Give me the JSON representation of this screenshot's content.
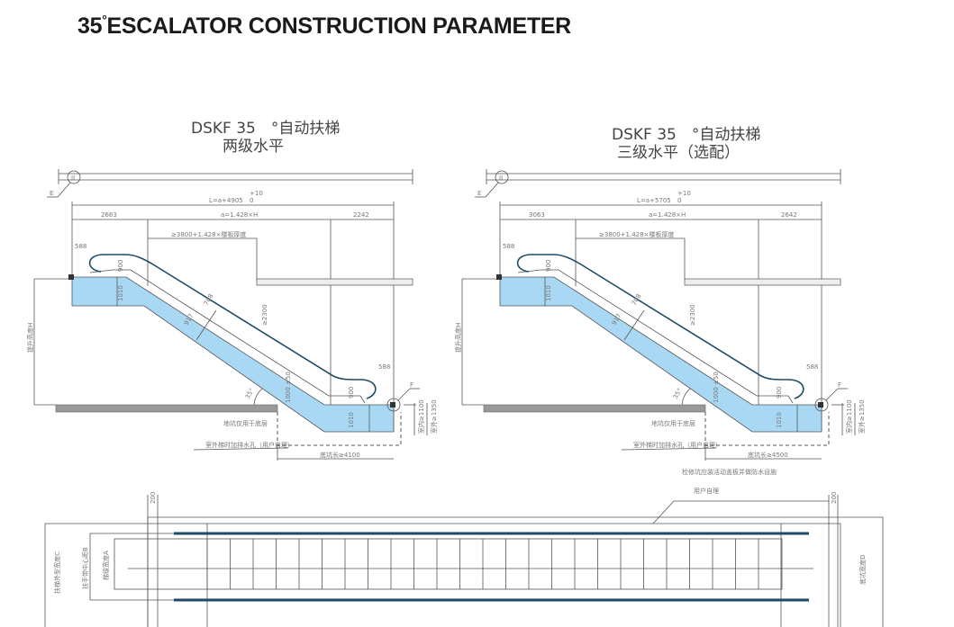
{
  "title": {
    "prefix": "35",
    "degree": "°",
    "rest": "ESCALATOR CONSTRUCTION PARAMETER"
  },
  "drawings": [
    {
      "heading1": "DSKF 35　°自动扶梯",
      "heading2": "两级水平",
      "detail_top": "II",
      "label_e": "E",
      "label_f": "F",
      "total_length": "L=a+4905",
      "tol_plus": "+10",
      "tol_zero": "0",
      "left_dim": "2663",
      "mid_dim": "a=1.428×H",
      "right_dim": "2242",
      "clear_dim": "≥3800+1.428×楼板厚度",
      "upper_588": "588",
      "lower_588": "588",
      "d900a": "900",
      "d1010a": "1010",
      "d708": "708",
      "d917": "917",
      "d2300": "≥2300",
      "d1000": "1000 ±50",
      "d900b": "900",
      "d1010b": "1010",
      "angle": "35°",
      "rise": "提升高度H",
      "pit_note": "地坑仅用于底层",
      "drain_note": "室外梯时加排水孔（用户自理）",
      "pit_len": "底坑长≥4100",
      "in_depth": "室内≥1100",
      "out_depth": "室外≥1350"
    },
    {
      "heading1": "DSKF 35　°自动扶梯",
      "heading2": "三级水平（选配）",
      "detail_top": "II",
      "label_e": "E",
      "label_f": "F",
      "total_length": "L=a+5705",
      "tol_plus": "+10",
      "tol_zero": "0",
      "left_dim": "3063",
      "mid_dim": "a=1.428×H",
      "right_dim": "2642",
      "clear_dim": "≥3800+1.428×楼板厚度",
      "upper_588": "588",
      "lower_588": "588",
      "d900a": "900",
      "d1010a": "1010",
      "d708": "708",
      "d917": "917",
      "d2300": "≥2300",
      "d1000": "1000 ±50",
      "d900b": "900",
      "d1010b": "1010",
      "angle": "35°",
      "rise": "提升高度H",
      "pit_note": "地坑仅用于底层",
      "drain_note": "室外梯时加排水孔（用户自理）",
      "pit_len": "底坑长≥4500",
      "in_depth": "室内≥1100",
      "out_depth": "室外≥1350"
    }
  ],
  "plan": {
    "note1": "检修坑应装活动盖板并做防水设施",
    "note2": "用户自理",
    "dim_left": "200",
    "dim_right": "200",
    "label_c": "扶梯外型宽度C",
    "label_b": "扶手带中心距B",
    "label_a": "梯级宽度A",
    "label_d": "底坑宽度D"
  },
  "colors": {
    "truss": "#a9d8f5",
    "handrail": "#1d4a66"
  }
}
